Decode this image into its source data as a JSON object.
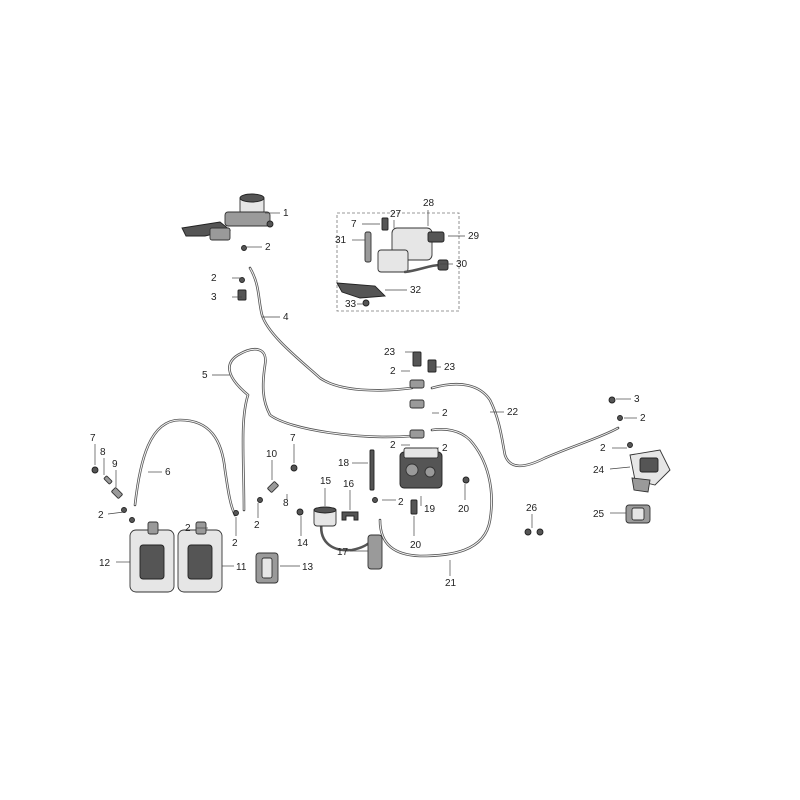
{
  "diagram": {
    "callout_labels": [
      "1",
      "2",
      "2",
      "3",
      "4",
      "5",
      "6",
      "7",
      "8",
      "9",
      "2",
      "10",
      "7",
      "8",
      "2",
      "2",
      "11",
      "12",
      "13",
      "2",
      "14",
      "15",
      "16",
      "17",
      "18",
      "2",
      "19",
      "20",
      "20",
      "21",
      "22",
      "23",
      "23",
      "2",
      "2",
      "2",
      "2",
      "3",
      "2",
      "2",
      "24",
      "25",
      "26",
      "7",
      "27",
      "28",
      "29",
      "31",
      "30",
      "32",
      "33"
    ]
  }
}
